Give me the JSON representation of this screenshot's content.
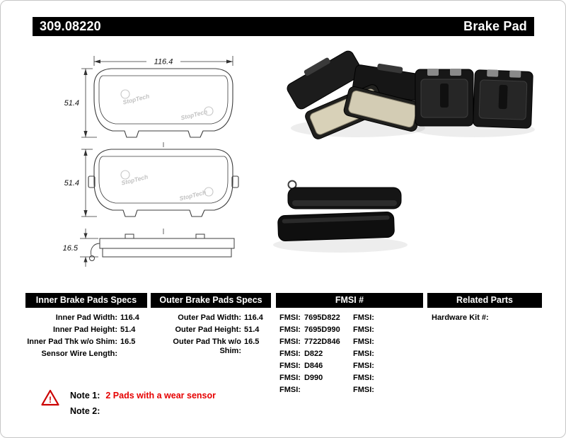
{
  "header": {
    "part_number": "309.08220",
    "product_type": "Brake Pad"
  },
  "drawing_dims": {
    "width": "116.4",
    "height_inner": "51.4",
    "height_outer": "51.4",
    "thickness": "16.5"
  },
  "watermark": "StopTech",
  "tables": {
    "inner": {
      "title": "Inner Brake Pads Specs",
      "rows": [
        {
          "label": "Inner Pad Width:",
          "value": "116.4"
        },
        {
          "label": "Inner Pad Height:",
          "value": "51.4"
        },
        {
          "label": "Inner Pad Thk w/o Shim:",
          "value": "16.5"
        },
        {
          "label": "Sensor Wire Length:",
          "value": ""
        }
      ]
    },
    "outer": {
      "title": "Outer Brake Pads Specs",
      "rows": [
        {
          "label": "Outer Pad Width:",
          "value": "116.4"
        },
        {
          "label": "Outer Pad Height:",
          "value": "51.4"
        },
        {
          "label": "Outer Pad Thk w/o Shim:",
          "value": "16.5"
        }
      ]
    },
    "fmsi": {
      "title": "FMSI #",
      "col1": [
        {
          "label": "FMSI:",
          "value": "7695D822"
        },
        {
          "label": "FMSI:",
          "value": "7695D990"
        },
        {
          "label": "FMSI:",
          "value": "7722D846"
        },
        {
          "label": "FMSI:",
          "value": "D822"
        },
        {
          "label": "FMSI:",
          "value": "D846"
        },
        {
          "label": "FMSI:",
          "value": "D990"
        },
        {
          "label": "FMSI:",
          "value": ""
        }
      ],
      "col2": [
        {
          "label": "FMSI:",
          "value": ""
        },
        {
          "label": "FMSI:",
          "value": ""
        },
        {
          "label": "FMSI:",
          "value": ""
        },
        {
          "label": "FMSI:",
          "value": ""
        },
        {
          "label": "FMSI:",
          "value": ""
        },
        {
          "label": "FMSI:",
          "value": ""
        },
        {
          "label": "FMSI:",
          "value": ""
        }
      ]
    },
    "related": {
      "title": "Related Parts",
      "rows": [
        {
          "label": "Hardware Kit #:",
          "value": ""
        }
      ]
    }
  },
  "notes": {
    "note1_label": "Note 1:",
    "note1_text": "2 Pads with a wear sensor",
    "note2_label": "Note 2:",
    "note2_text": ""
  },
  "colors": {
    "bar_black": "#000000",
    "accent_red": "#e60000"
  }
}
